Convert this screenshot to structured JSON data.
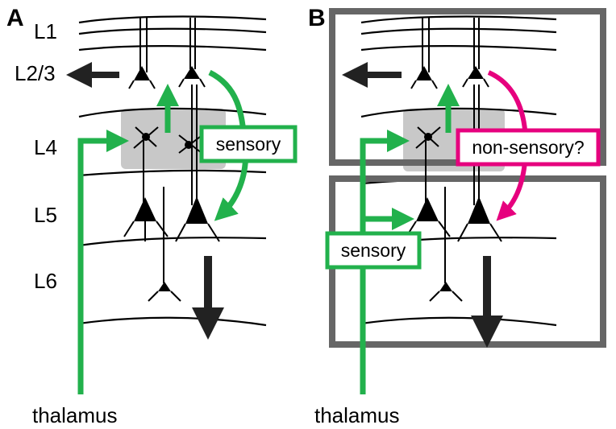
{
  "panels": [
    {
      "letter": "A"
    },
    {
      "letter": "B"
    }
  ],
  "layers": [
    "L1",
    "L2/3",
    "L4",
    "L5",
    "L6"
  ],
  "annotations": {
    "panel_a_sensory": "sensory",
    "panel_b_nonsensory": "non-sensory?",
    "panel_b_sensory": "sensory",
    "thalamus_a": "thalamus",
    "thalamus_b": "thalamus"
  },
  "colors": {
    "sensory": "#22b14c",
    "nonsensory": "#e6007e",
    "module_box": "#666666",
    "l4_region": "#c8c8c8"
  }
}
